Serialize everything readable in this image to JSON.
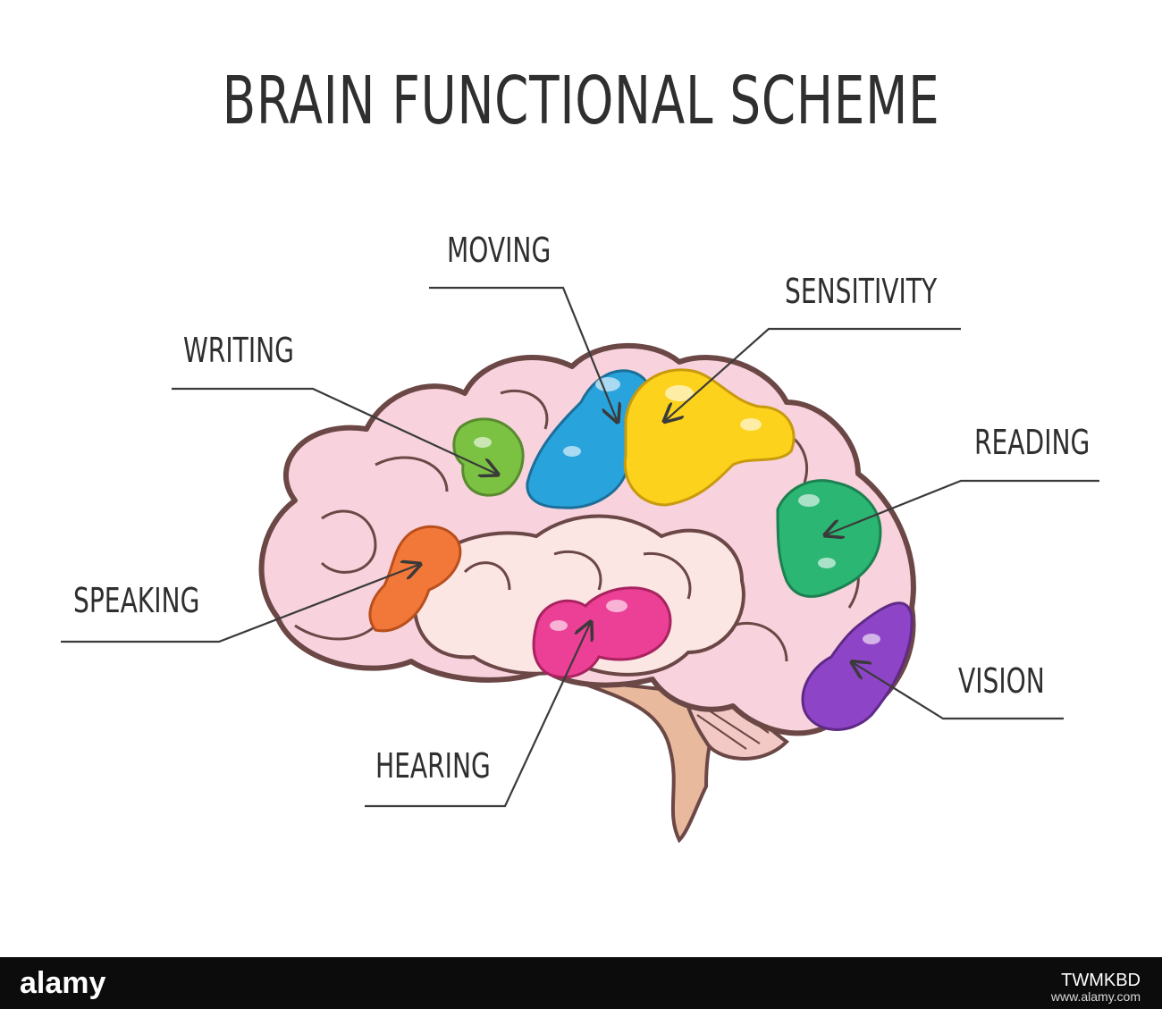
{
  "title": "BRAIN FUNCTIONAL SCHEME",
  "labels": {
    "moving": "MOVING",
    "sensitivity": "SENSITIVITY",
    "writing": "WRITING",
    "reading": "READING",
    "speaking": "SPEAKING",
    "vision": "VISION",
    "hearing": "HEARING"
  },
  "region_colors": {
    "moving": "#29a3dc",
    "sensitivity": "#fcd21c",
    "writing": "#7cc242",
    "reading": "#2bb673",
    "speaking": "#f2783a",
    "vision": "#8e44c6",
    "hearing": "#ec3f96"
  },
  "footer": {
    "logo": "alamy",
    "image_id": "TWMKBD",
    "url": "www.alamy.com"
  }
}
